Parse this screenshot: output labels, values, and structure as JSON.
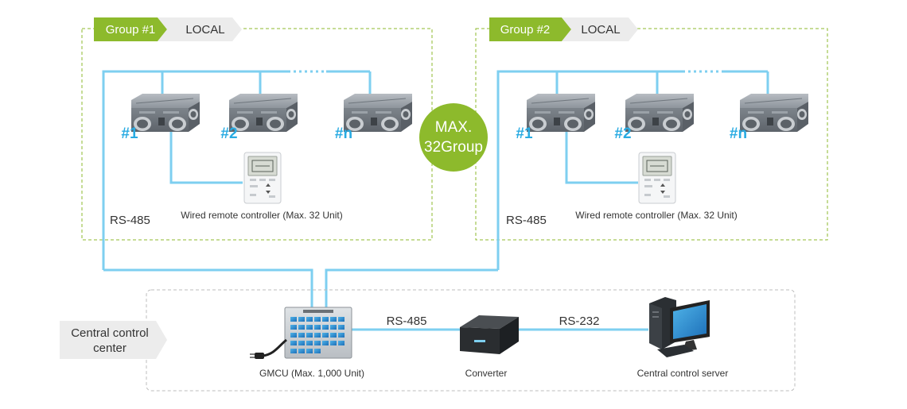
{
  "colors": {
    "line": "#7ecff0",
    "green": "#8dba2c",
    "grey_tag": "#ececec",
    "unit_label": "#29abe2"
  },
  "groups": [
    {
      "tag_label": "Group #1",
      "mode_label": "LOCAL",
      "units": [
        "#1",
        "#2",
        "#n"
      ],
      "bus_label": "RS-485",
      "controller_label": "Wired remote controller (Max. 32 Unit)"
    },
    {
      "tag_label": "Group #2",
      "mode_label": "LOCAL",
      "units": [
        "#1",
        "#2",
        "#n"
      ],
      "bus_label": "RS-485",
      "controller_label": "Wired remote controller (Max. 32 Unit)"
    }
  ],
  "max_badge": {
    "line1": "MAX.",
    "line2": "32Group"
  },
  "center": {
    "title_line1": "Central control",
    "title_line2": "center",
    "gmcu_label": "GMCU (Max. 1,000 Unit)",
    "link1_label": "RS-485",
    "converter_label": "Converter",
    "link2_label": "RS-232",
    "server_label": "Central control server"
  },
  "icons": [
    "erv-unit-icon",
    "wired-remote-controller-icon",
    "gmcu-panel-icon",
    "power-plug-icon",
    "converter-box-icon",
    "server-computer-icon"
  ]
}
